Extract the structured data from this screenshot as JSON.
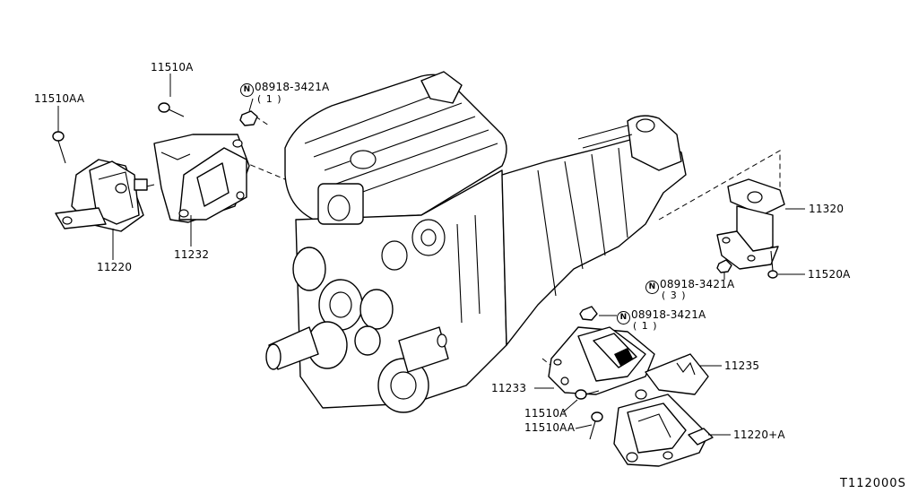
{
  "diagram": {
    "callouts": {
      "c11510aa_top": "11510AA",
      "c11510a_top": "11510A",
      "c08918_top": "08918-3421A",
      "c08918_top_qty": "( 1 )",
      "c11220": "11220",
      "c11232": "11232",
      "c11320": "11320",
      "c08918_mid": "08918-3421A",
      "c08918_mid_qty": "( 3 )",
      "c11520a": "11520A",
      "c08918_low": "08918-3421A",
      "c08918_low_qty": "( 1 )",
      "c11235": "11235",
      "c11233": "11233",
      "c11510a_low": "11510A",
      "c11510aa_low": "11510AA",
      "c11220a": "11220+A"
    },
    "nut_marker": "N",
    "figure_code": "T112000S"
  },
  "icons": [
    "engine-block-icon",
    "transmission-icon",
    "engine-mount-insulator-icon",
    "mount-bracket-icon",
    "bolt-icon",
    "nut-icon"
  ]
}
